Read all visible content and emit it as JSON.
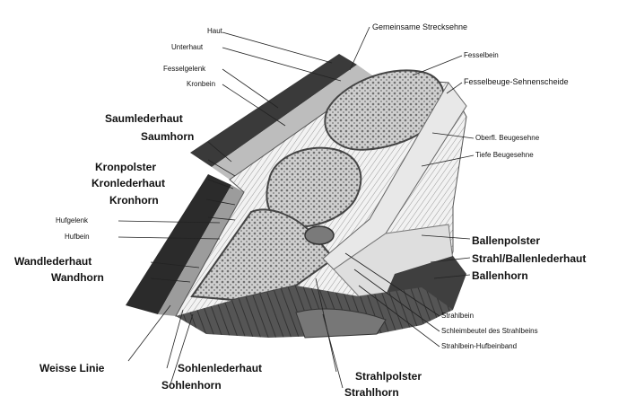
{
  "labels": {
    "haut": "Haut",
    "unterhaut": "Unterhaut",
    "fesselgelenk": "Fesselgelenk",
    "kronbein": "Kronbein",
    "saumlederhaut": "Saumlederhaut",
    "saumhorn": "Saumhorn",
    "kronpolster": "Kronpolster",
    "kronlederhaut": "Kronlederhaut",
    "kronhorn": "Kronhorn",
    "hufgelenk": "Hufgelenk",
    "hufbein": "Hufbein",
    "wandlederhaut": "Wandlederhaut",
    "wandhorn": "Wandhorn",
    "weisse_linie": "Weisse Linie",
    "sohlenlederhaut": "Sohlenlederhaut",
    "sohlenhorn": "Sohlenhorn",
    "strahlpolster": "Strahlpolster",
    "strahlhorn": "Strahlhorn",
    "gemeinsame_strecksehne": "Gemeinsame Strecksehne",
    "fesselbein": "Fesselbein",
    "fesselbeuge_sehnenscheide": "Fesselbeuge-Sehnenscheide",
    "oberfl_beugesehne": "Oberfl. Beugesehne",
    "tiefe_beugesehne": "Tiefe Beugesehne",
    "ballenpolster": "Ballenpolster",
    "strahl_ballenlederhaut": "Strahl/Ballenlederhaut",
    "ballenhorn": "Ballenhorn",
    "strahlbein": "Strahlbein",
    "schleimbeutel_strahlbein": "Schleimbeutel des Strahlbeins",
    "strahlbein_hufbeinband": "Strahlbein-Hufbeinband"
  }
}
